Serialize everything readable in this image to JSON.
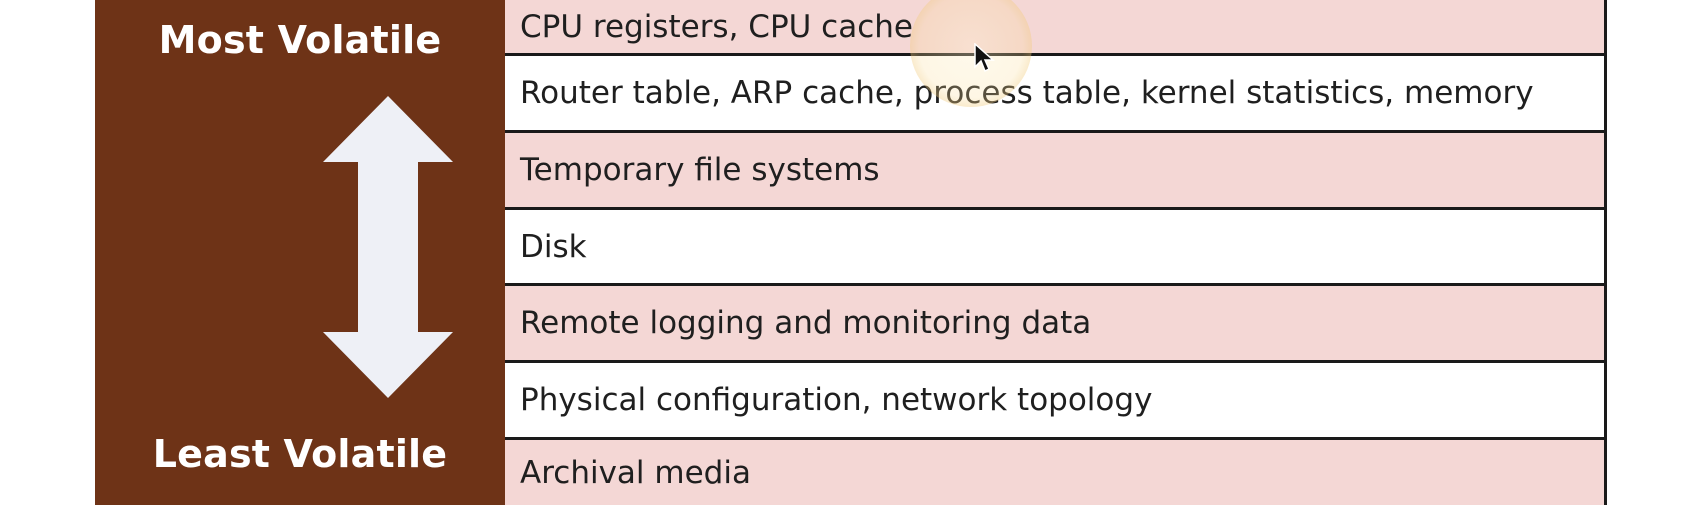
{
  "scale": {
    "top_label": "Most Volatile",
    "bottom_label": "Least Volatile",
    "arrow_icon": "double-headed-vertical-arrow"
  },
  "rows": [
    {
      "text": "CPU registers, CPU cache",
      "shade": "pink"
    },
    {
      "text": "Router table, ARP cache, process table, kernel statistics, memory",
      "shade": "white"
    },
    {
      "text": "Temporary file systems",
      "shade": "pink"
    },
    {
      "text": "Disk",
      "shade": "white"
    },
    {
      "text": "Remote logging and monitoring data",
      "shade": "pink"
    },
    {
      "text": "Physical configuration, network topology",
      "shade": "white"
    },
    {
      "text": "Archival media",
      "shade": "pink"
    }
  ],
  "colors": {
    "panel": "#6e3317",
    "pink_row": "#f4d7d5",
    "white_row": "#ffffff",
    "arrow": "#eef0f6",
    "border": "#1a1a1a"
  }
}
